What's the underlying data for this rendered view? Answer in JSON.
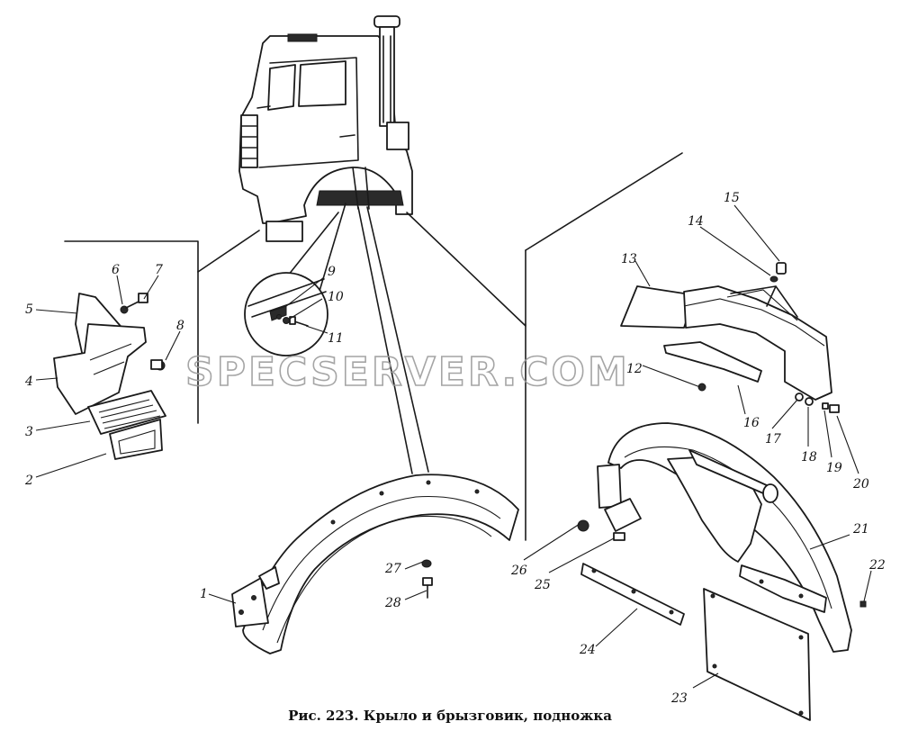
{
  "caption": "Рис. 223. Крыло и брызговик, подножка",
  "watermark": "SPECSERVER.COM",
  "callouts": [
    "1",
    "2",
    "3",
    "4",
    "5",
    "6",
    "7",
    "8",
    "9",
    "10",
    "11",
    "12",
    "13",
    "14",
    "15",
    "16",
    "17",
    "18",
    "19",
    "20",
    "21",
    "22",
    "23",
    "24",
    "25",
    "26",
    "27",
    "28"
  ],
  "colors": {
    "ink": "#1a1a1a",
    "watermark": "#9c9c9c",
    "background": "#ffffff"
  }
}
